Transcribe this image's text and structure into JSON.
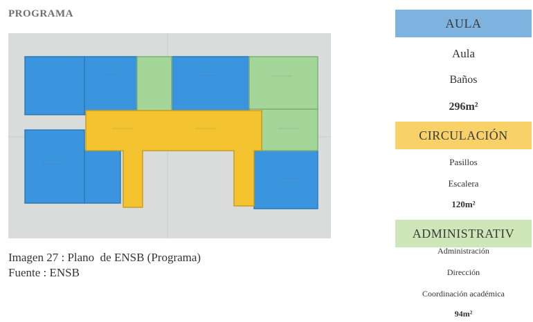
{
  "heading": "PROGRAMA",
  "caption": {
    "line1": "Imagen 27 : Plano  de ENSB (Programa)",
    "line2": "Fuente : ENSB"
  },
  "colors": {
    "aula": "#7fb3df",
    "circulacion": "#f8d268",
    "administrativo": "#cfe6b9",
    "plan_blue": "#3b95de",
    "plan_yellow": "#f4c430",
    "plan_green": "#a4d69a"
  },
  "legend": {
    "aula": {
      "label": "AULA",
      "items": [
        "Aula",
        "Baños"
      ],
      "area": "296m²"
    },
    "circulacion": {
      "label": "CIRCULACIÓN",
      "items": [
        "Pasillos",
        "Escalera"
      ],
      "area": "120m²"
    },
    "administrativo": {
      "label": "ADMINISTRATIV",
      "items": [
        "Administración",
        "Dirección",
        "Coordinación académica"
      ],
      "area": "94m²"
    }
  }
}
